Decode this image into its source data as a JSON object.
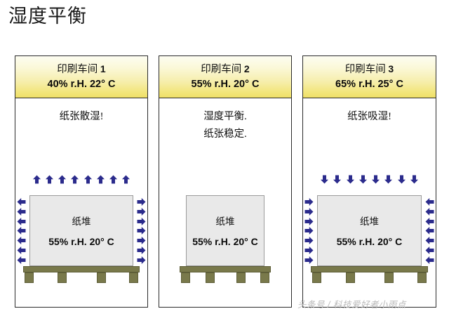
{
  "page": {
    "title": "湿度平衡",
    "watermark": "头条号 / 科技爱好者小雨点"
  },
  "colors": {
    "arrow": "#2b2b8c",
    "header_gradient_top": "#fdfdf2",
    "header_gradient_bottom": "#efe067",
    "stack_fill": "#e9e9e9",
    "stack_border": "#9b9b9b",
    "pallet": "#79794b",
    "panel_border": "#2b2b2b",
    "watermark": "#b9b9b9"
  },
  "stack_common": {
    "label": "纸堆",
    "climate": "55% r.H. 20° C"
  },
  "panels": [
    {
      "room_prefix": "印刷车间",
      "room_number": "1",
      "climate": "40% r.H. 22° C",
      "notes": [
        "纸张散湿!"
      ],
      "stack": {
        "label": "纸堆",
        "climate": "55% r.H. 20° C"
      },
      "arrows": {
        "present": true,
        "direction": "outward",
        "top_icon": "arrow-up-icon",
        "top_count": 8,
        "left_icon": "arrow-left-icon",
        "left_count": 7,
        "right_icon": "arrow-right-icon",
        "right_count": 7
      }
    },
    {
      "room_prefix": "印刷车间",
      "room_number": "2",
      "climate": "55% r.H. 20° C",
      "notes": [
        "湿度平衡.",
        "纸张稳定."
      ],
      "stack": {
        "label": "纸堆",
        "climate": "55% r.H. 20° C"
      },
      "arrows": {
        "present": false,
        "direction": "none",
        "top_icon": "",
        "top_count": 0,
        "left_icon": "",
        "left_count": 0,
        "right_icon": "",
        "right_count": 0
      }
    },
    {
      "room_prefix": "印刷车间",
      "room_number": "3",
      "climate": "65% r.H. 25° C",
      "notes": [
        "纸张吸湿!"
      ],
      "stack": {
        "label": "纸堆",
        "climate": "55% r.H. 20° C"
      },
      "arrows": {
        "present": true,
        "direction": "inward",
        "top_icon": "arrow-down-icon",
        "top_count": 8,
        "left_icon": "arrow-right-icon",
        "left_count": 7,
        "right_icon": "arrow-left-icon",
        "right_count": 7
      }
    }
  ],
  "pallet": {
    "leg_count": 4
  }
}
